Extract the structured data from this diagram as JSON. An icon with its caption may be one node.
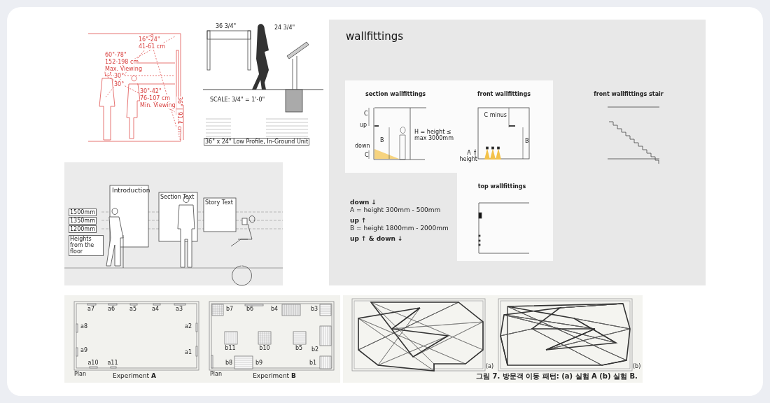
{
  "diagram": {
    "labels": [
      "16\"-24\"",
      "41-61 cm",
      "60\"-78\"",
      "152-198 cm",
      "Max. Viewing",
      "30°",
      "30°",
      "30\"-42\"",
      "76-107 cm",
      "Min. Viewing",
      "36\" | 91.4 cm",
      "36 3/4\"",
      "24 3/4\"",
      "SCALE: 3/4\" = 1'-0\"",
      "36\" x 24\" Low Profile, In-Ground Unit",
      "Introduction",
      "Section Text",
      "Story Text",
      "1500mm",
      "1350mm",
      "1200mm",
      "Heights from the floor",
      "wallfittings",
      "section wallfittings",
      "front wallfittings",
      "front wallfittings stair",
      "C",
      "up",
      "B",
      "down",
      "C",
      "H = height ≤ max 3000mm",
      "C minus",
      "B",
      "A ↑ height",
      "top wallfittings",
      "down ↓",
      "A = height 300mm - 500mm",
      "up ↑",
      "B = height 1800mm - 2000mm",
      "up ↑ & down ↓",
      "a7",
      "a6",
      "a5",
      "a4",
      "a3",
      "a8",
      "a2",
      "a9",
      "a1",
      "a10",
      "a11",
      "Plan",
      "Experiment **A**",
      "b7",
      "b6",
      "b4",
      "b3",
      "b11",
      "b10",
      "b5",
      "b2",
      "b8",
      "b9",
      "b1",
      "Plan",
      "Experiment **B**",
      "(a)",
      "(b)",
      "그림 7. 방문객 이동 패턴: (a) 실험 A (b) 실험 B."
    ]
  }
}
